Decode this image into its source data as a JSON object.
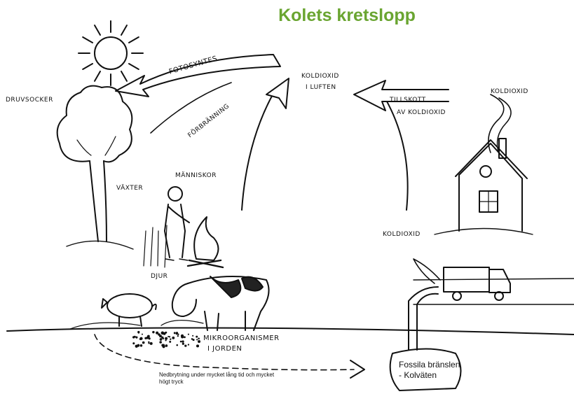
{
  "title": "Kolets kretslopp",
  "colors": {
    "title": "#6aa531",
    "ink": "#111111",
    "cow_patch": "#222222"
  },
  "labels": {
    "fotosyntes": "FOTOSYNTES",
    "druvsocker": "DRUVSOCKER",
    "forbranning": "FÖRBRÄNNING",
    "koldioxid_luften_1": "KOLDIOXID",
    "koldioxid_luften_2": "I LUFTEN",
    "tillskott_1": "TILLSKOTT",
    "tillskott_2": "AV KOLDIOXID",
    "koldioxid_house": "KOLDIOXID",
    "vaxter": "VÄXTER",
    "manniskor": "MÄNNISKOR",
    "koldioxid_truck": "KOLDIOXID",
    "djur": "DJUR",
    "mikro_1": "MIKROORGANISMER",
    "mikro_2": "I JORDEN",
    "nedbrytning_1": "Nedbrytning under mycket lång tid och mycket",
    "nedbrytning_2": "högt tryck",
    "fossila_1": "Fossila bränslen",
    "fossila_2": "- Kolväten"
  }
}
